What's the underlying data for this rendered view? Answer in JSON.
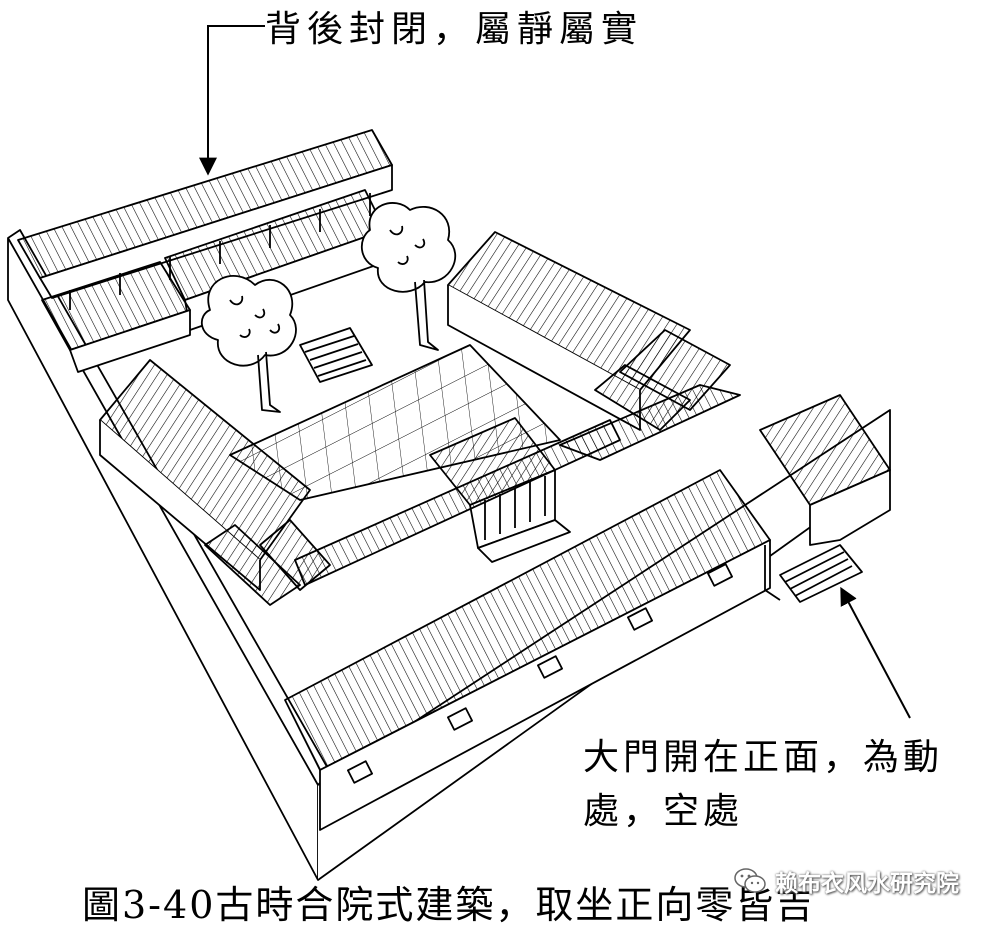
{
  "labels": {
    "top": "背後封閉，屬靜屬實",
    "door_line1": "大門開在正面，為動",
    "door_line2": "處，空處",
    "caption": "圖3-40古時合院式建築，取坐正向零皆吉"
  },
  "watermark": {
    "text": "赖布衣风水研究院",
    "icon": "wechat-icon"
  },
  "colors": {
    "ink": "#000000",
    "paper": "#ffffff"
  }
}
